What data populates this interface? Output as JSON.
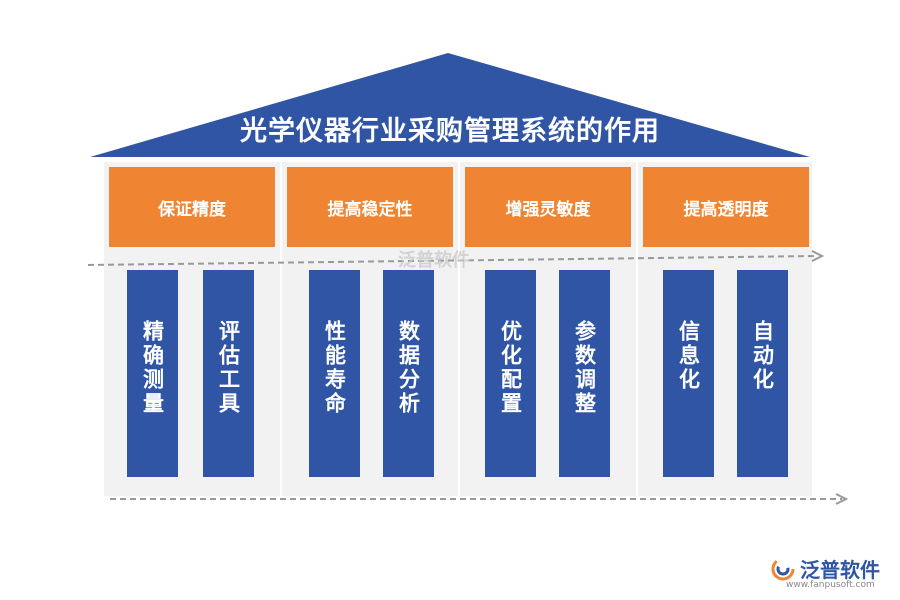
{
  "title": "光学仪器行业采购管理系统的作用",
  "columns": [
    {
      "header": "保证精度",
      "pillars": [
        "精确测量",
        "评估工具"
      ]
    },
    {
      "header": "提高稳定性",
      "pillars": [
        "性能寿命",
        "数据分析"
      ]
    },
    {
      "header": "增强灵敏度",
      "pillars": [
        "优化配置",
        "参数调整"
      ]
    },
    {
      "header": "提高透明度",
      "pillars": [
        "信息化",
        "自动化"
      ]
    }
  ],
  "watermark": "泛普软件",
  "logo": {
    "name": "泛普软件",
    "url": "www.fanpusoft.com"
  },
  "colors": {
    "roof": "#2f55a4",
    "header": "#ef8533",
    "pillar": "#2f55a4",
    "panel": "#f2f2f2"
  }
}
